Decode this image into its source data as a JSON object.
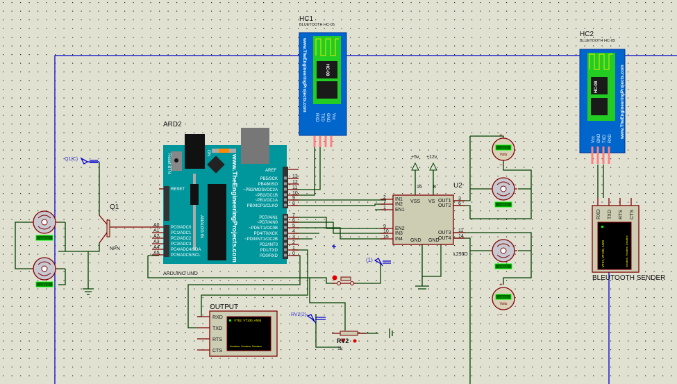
{
  "colors": {
    "background": "#e1e1d2",
    "wire": "#004000",
    "pin": "#800000",
    "bus": "#0000d0",
    "arduino": "#00979c",
    "bt_module": "#0066cc",
    "bt_pcb": "#22cc22"
  },
  "hc1": {
    "ref": "HC1",
    "type": "BLUETOOTH HC-05",
    "site": "www.TheEngineeringProjects.com",
    "chip": "HC-08",
    "pins": [
      "RXD",
      "TXD",
      "GND",
      "Vcc"
    ]
  },
  "hc2": {
    "ref": "HC2",
    "type": "BLUETOOTH HC-05",
    "site": "www.TheEngineeringProjects.com",
    "chip": "HC-08",
    "pins": [
      "Vcc",
      "GND",
      "TXD",
      "RXD"
    ]
  },
  "arduino": {
    "ref": "ARD2",
    "name": "ARDUINO UNO",
    "site": "www.TheEngineeringProjects.com",
    "reset_btn": "Reset BTN",
    "on": "ON",
    "analog_in": "ANALOG IN",
    "aref": "AREF",
    "reset": "RESET",
    "digital": [
      {
        "num": "13",
        "label": "PB5/SCK"
      },
      {
        "num": "12",
        "label": "PB4/MISO"
      },
      {
        "num": "11",
        "label": "~PB3/MOSI/OC2A"
      },
      {
        "num": "10",
        "label": "~PB2/OC1B"
      },
      {
        "num": "9",
        "label": "~PB1/OC1A"
      },
      {
        "num": "8",
        "label": "PB0/ICP1/CLKO"
      },
      {
        "num": "7",
        "label": "PD7/AIN1"
      },
      {
        "num": "6",
        "label": "~PD7/AIN0"
      },
      {
        "num": "5",
        "label": "~PD5/T1/OC0B"
      },
      {
        "num": "4",
        "label": "PD4/T0/XCK"
      },
      {
        "num": "3",
        "label": "~PD3/INT1/OC2B"
      },
      {
        "num": "2",
        "label": "PD2/INT0"
      },
      {
        "num": "1",
        "label": "PD1/TXD"
      },
      {
        "num": "0",
        "label": "PD0/RXD"
      }
    ],
    "analog": [
      {
        "num": "A0",
        "label": "PC0/ADC0"
      },
      {
        "num": "A1",
        "label": "PC1/ADC1"
      },
      {
        "num": "A2",
        "label": "PC2/ADC2"
      },
      {
        "num": "A3",
        "label": "PC3/ADC3"
      },
      {
        "num": "A4",
        "label": "PC4/ADC4/SDA"
      },
      {
        "num": "A5",
        "label": "PC5/ADC5/SCL"
      }
    ]
  },
  "u2": {
    "ref": "U2",
    "type": "L293D",
    "vcc1": "+5v",
    "vcc2": "+12v",
    "top_pins": [
      {
        "num": "16",
        "label": "VSS"
      },
      {
        "num": "8",
        "label": "VS"
      }
    ],
    "left_pins": [
      {
        "num": "2",
        "label": "IN1"
      },
      {
        "num": "7",
        "label": "IN2"
      },
      {
        "num": "1",
        "label": "EN1"
      },
      {
        "num": "9",
        "label": "EN2"
      },
      {
        "num": "10",
        "label": "IN3"
      },
      {
        "num": "15",
        "label": "IN4"
      }
    ],
    "right_pins": [
      {
        "num": "3",
        "label": "OUT1"
      },
      {
        "num": "6",
        "label": "OUT2"
      },
      {
        "num": "11",
        "label": "OUT3"
      },
      {
        "num": "14",
        "label": "OUT4"
      }
    ],
    "gnd": [
      "GND",
      "GND"
    ]
  },
  "q1": {
    "ref": "Q1",
    "type": "NPN",
    "terminal": "Q1(C)"
  },
  "probe": {
    "label": "(1)"
  },
  "output_terminal": {
    "ref": "OUTPUT",
    "pins": [
      "RXD",
      "TXD",
      "RTS",
      "CTS"
    ],
    "screen_title": "VT52, VT100, ANSI",
    "screen_footer": "Xmodem, Ymodem, Zmodem"
  },
  "sender_terminal": {
    "ref": "BLEUTOOTH SENDER",
    "pins": [
      "RXD",
      "TXD",
      "RTS",
      "CTS"
    ],
    "screen_title": "VT52, VT100, ANSI",
    "screen_footer": "Xmodem, Ymodem, Zmodem"
  },
  "rv2": {
    "ref": "RV2",
    "value": "1k",
    "terminal": "RV2(2)"
  },
  "motor_readout": "+88.8",
  "voltmeter": {
    "readout": "+88.8",
    "unit": "Volts",
    "plus": "+",
    "minus": "−"
  }
}
